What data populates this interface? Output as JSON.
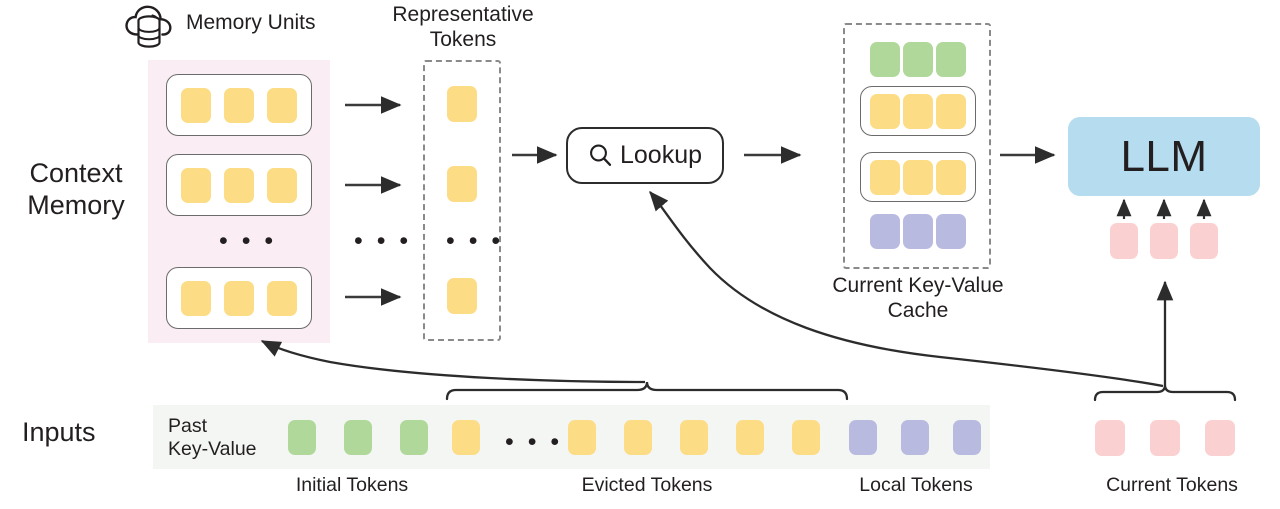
{
  "diagram": {
    "title_icon": "cloud-database-icon",
    "labels": {
      "memory_units": "Memory Units",
      "representative_tokens": "Representative\nTokens",
      "context_memory": "Context\nMemory",
      "lookup": "Lookup",
      "current_kv_cache": "Current Key-Value\nCache",
      "llm": "LLM",
      "inputs": "Inputs",
      "past_key_value": "Past\nKey-Value",
      "initial_tokens": "Initial Tokens",
      "evicted_tokens": "Evicted Tokens",
      "local_tokens": "Local Tokens",
      "current_tokens": "Current Tokens",
      "ellipsis": "• • •"
    },
    "colors": {
      "token_yellow": "#FCDC84",
      "token_green": "#AFD89A",
      "token_purple": "#B9BAE0",
      "token_pink": "#FBD0D0",
      "panel_pink": "#FAEDF4",
      "panel_gray": "#F4F6F4",
      "llm_blue": "#B6DCEF",
      "stroke_dark": "#2c2c2c",
      "stroke_dashed": "#8a8a8a"
    },
    "context_memory": {
      "units": [
        {
          "tokens": [
            "yellow",
            "yellow",
            "yellow"
          ]
        },
        {
          "tokens": [
            "yellow",
            "yellow",
            "yellow"
          ]
        },
        {
          "tokens": [
            "yellow",
            "yellow",
            "yellow"
          ]
        }
      ],
      "unit_ellipsis": "• • •"
    },
    "representative_tokens": {
      "tokens": [
        "yellow",
        "yellow",
        "yellow"
      ],
      "ellipsis": "• • •"
    },
    "kv_cache": {
      "rows": [
        {
          "boxed": false,
          "tokens": [
            "green",
            "green",
            "green"
          ]
        },
        {
          "boxed": true,
          "tokens": [
            "yellow",
            "yellow",
            "yellow"
          ]
        },
        {
          "boxed": true,
          "tokens": [
            "yellow",
            "yellow",
            "yellow"
          ]
        },
        {
          "boxed": false,
          "tokens": [
            "purple",
            "purple",
            "purple"
          ]
        }
      ]
    },
    "llm_inputs": {
      "tokens": [
        "pink",
        "pink",
        "pink"
      ],
      "arrow_count": 3
    },
    "input_sequence": {
      "segments": [
        {
          "name": "initial",
          "label": "Initial Tokens",
          "tokens": [
            "green",
            "green",
            "green"
          ]
        },
        {
          "name": "evicted",
          "label": "Evicted Tokens",
          "tokens": [
            "yellow",
            "ellipsis",
            "yellow",
            "yellow",
            "yellow",
            "yellow",
            "yellow"
          ]
        },
        {
          "name": "local",
          "label": "Local Tokens",
          "tokens": [
            "purple",
            "purple",
            "purple"
          ]
        }
      ],
      "current": {
        "name": "current",
        "label": "Current Tokens",
        "tokens": [
          "pink",
          "pink",
          "pink"
        ]
      }
    },
    "flow_arrows": [
      {
        "from": "memory-unit-1",
        "to": "representative-token-1"
      },
      {
        "from": "memory-unit-2",
        "to": "representative-token-2"
      },
      {
        "from": "memory-unit-3",
        "to": "representative-token-3"
      },
      {
        "from": "representative-tokens",
        "to": "lookup"
      },
      {
        "from": "lookup",
        "to": "kv-cache"
      },
      {
        "from": "kv-cache",
        "to": "llm"
      },
      {
        "from": "evicted-tokens-brace",
        "to": "context-memory-panel"
      },
      {
        "from": "current-tokens-brace",
        "to": "lookup"
      },
      {
        "from": "current-tokens-brace",
        "to": "llm-input-tokens"
      }
    ]
  }
}
